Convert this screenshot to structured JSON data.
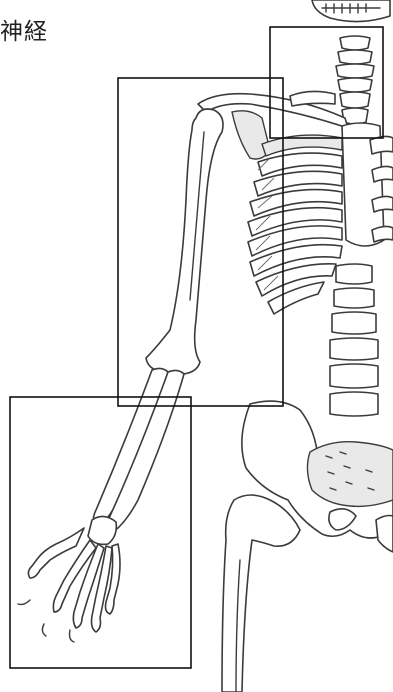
{
  "header": {
    "title_fragment": "神経"
  },
  "annotations": [
    {
      "id": "neck-region",
      "label": ""
    },
    {
      "id": "upper-arm-region",
      "label": ""
    },
    {
      "id": "forearm-hand-region",
      "label": ""
    }
  ],
  "colors": {
    "bone_fill": "#ffffff",
    "outline": "#3b3b3b",
    "shade": "#e9e9e9",
    "box": "#111111"
  }
}
